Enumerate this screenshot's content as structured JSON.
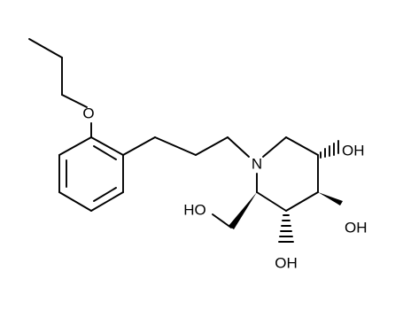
{
  "molecule": {
    "atom_labels": {
      "oxygen_ether": "O",
      "nitrogen": "N",
      "hydroxyl_c3": "OH",
      "hydroxyl_c4": "OH",
      "hydroxyl_c5": "OH",
      "hydroxymethyl": "HO"
    },
    "colors": {
      "bond": "#000000",
      "label": "#000000",
      "background": "#ffffff"
    }
  }
}
